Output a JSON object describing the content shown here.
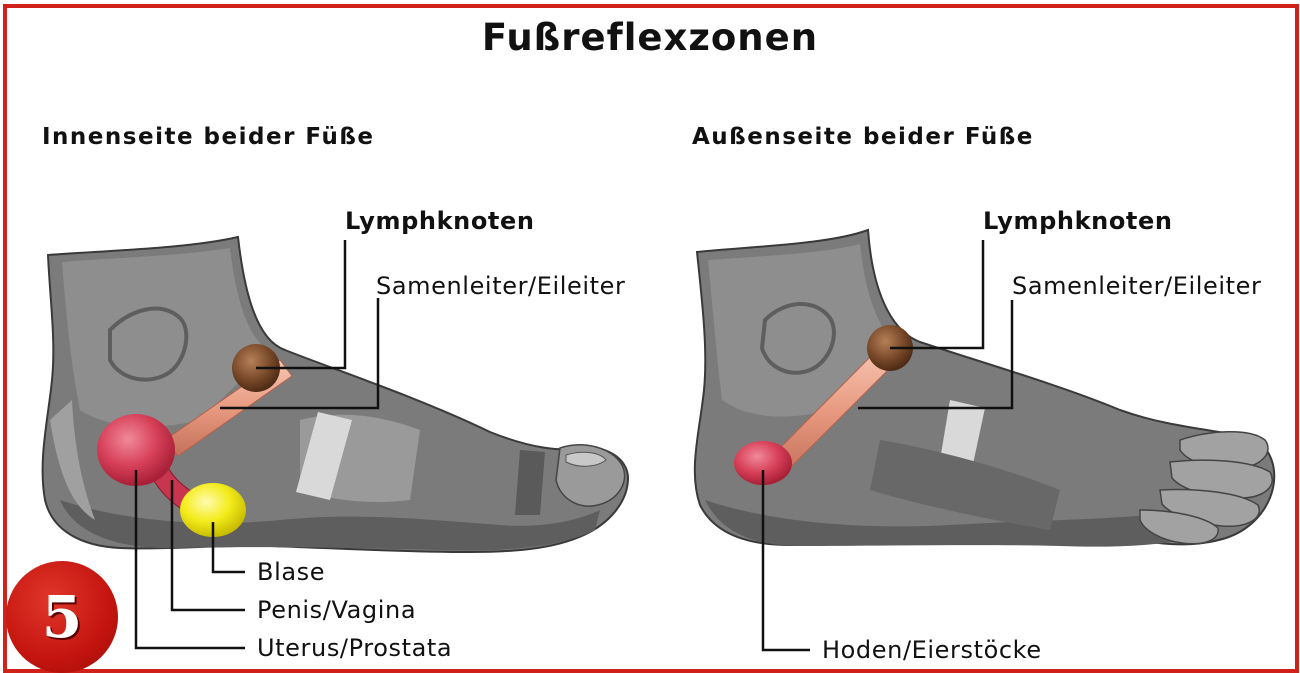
{
  "title": "Fußreflexzonen",
  "left": {
    "subtitle": "Innenseite beider Füße",
    "labels": {
      "lymph": "Lymphknoten",
      "samen": "Samenleiter/Eileiter",
      "blase": "Blase",
      "penis": "Penis/Vagina",
      "uterus": "Uterus/Prostata"
    }
  },
  "right": {
    "subtitle": "Außenseite beider Füße",
    "labels": {
      "lymph": "Lymphknoten",
      "samen": "Samenleiter/Eileiter",
      "hoden": "Hoden/Eierstöcke"
    }
  },
  "badge": "5",
  "colors": {
    "frame": "#d0211b",
    "lymph_node": "#7a4a2a",
    "duct": "#e89a80",
    "uterus": "#d8425a",
    "bladder": "#f4ec1c",
    "foot_dark": "#6e6e6e",
    "foot_mid": "#8c8c8c",
    "foot_light": "#b5b5b5"
  }
}
